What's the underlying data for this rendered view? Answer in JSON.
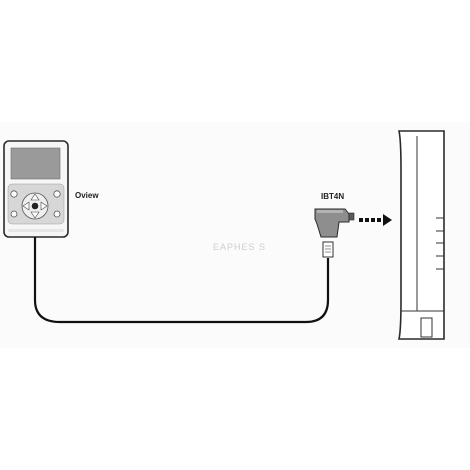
{
  "diagram": {
    "devices": {
      "programmer": {
        "label": "Oview"
      },
      "interface": {
        "label": "IBT4N"
      }
    },
    "watermark": "EAPHES S"
  }
}
